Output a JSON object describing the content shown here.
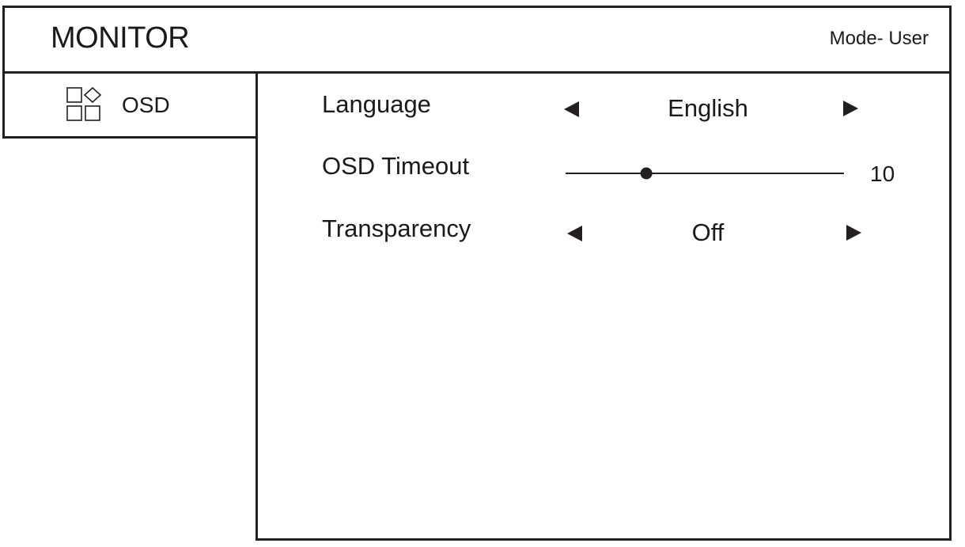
{
  "header": {
    "title": "MONITOR",
    "mode": "Mode- User"
  },
  "sidebar": {
    "items": [
      {
        "label": "OSD",
        "icon": "apps-grid-icon"
      }
    ]
  },
  "settings": {
    "rows": [
      {
        "label": "Language",
        "type": "select",
        "value": "English"
      },
      {
        "label": "OSD Timeout",
        "type": "slider",
        "value": "10",
        "level": 0.29
      },
      {
        "label": "Transparency",
        "type": "select",
        "value": "Off"
      }
    ]
  },
  "colors": {
    "line": "#231f20",
    "background": "#ffffff",
    "text": "#1a1a1a"
  }
}
